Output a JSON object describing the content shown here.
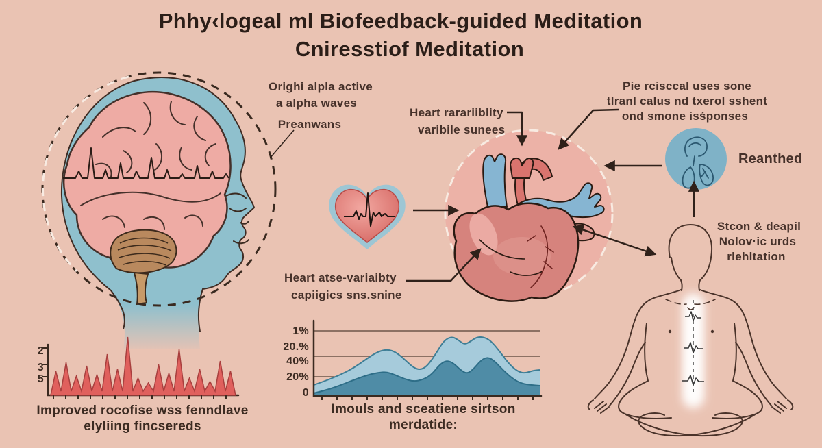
{
  "title": {
    "line1": "Phhy‹logeal ml Biofeedback-guided Meditation",
    "line2": "Cniresstiof Meditation"
  },
  "labels": {
    "brain_alpha": {
      "line1": "Orighi alpla active",
      "line2": "a alpha waves",
      "line3": "Preanwans"
    },
    "hrv_top": {
      "line1": "Heart rarariiblity",
      "line2": "varibile sunees"
    },
    "stress_response": {
      "line1": "Pie rcisccal uses sone",
      "line2": "tlranl calus nd txerol sshent",
      "line3": "ond smone isśponses"
    },
    "breathing": {
      "label": "Reanthed"
    },
    "relaxation": {
      "line1": "Stcon & deapil",
      "line2": "Nolov·ic urds",
      "line3": "rlehltation"
    },
    "hrv_bottom": {
      "line1": "Heart atse-variaibty",
      "line2": "capiigics sns.snine"
    }
  },
  "colors": {
    "background": "#eac3b3",
    "text": "#46312a",
    "title_text": "#2b1e18",
    "head_blue": "#8fc0cd",
    "brain_pink": "#eeaba4",
    "cerebellum_brown": "#b9895e",
    "heart_circle_pink": "#ecb2a7",
    "heart_red": "#d6837d",
    "vessel_blue": "#86b5d2",
    "breathing_circle_blue": "#7fb2c7",
    "waveform_red": "#e0605d",
    "area_light_blue": "#a6cbdb",
    "area_dark_teal": "#4f8ca6",
    "arrow": "#2f211a",
    "dashed_halo_white": "#f8ebe2"
  },
  "chart_data": [
    {
      "type": "area",
      "name": "hrv-spike-chart",
      "description": "jagged red heart-rate waveform, no x labels",
      "ytick_labels": [
        "2",
        "3",
        "5"
      ],
      "peak_heights": [
        35,
        48,
        28,
        43,
        30,
        60,
        38,
        85,
        25,
        18,
        45,
        32,
        67,
        25,
        38,
        20,
        50,
        35
      ],
      "ylim": [
        0,
        100
      ],
      "fill": "#e0605d",
      "stroke": "#a83f3e",
      "caption": {
        "line1": "Improved rocofise wss fenndlave",
        "line2": "elyliing fincsereds"
      }
    },
    {
      "type": "area",
      "name": "meditation-progress-chart",
      "description": "two stacked smooth hill series, gridlines on",
      "ytick_labels": [
        "1%",
        "20.%",
        "40%",
        "20%",
        "0"
      ],
      "baseline_y": 578,
      "series": [
        {
          "name": "outer",
          "fill": "#a6cbdb",
          "stroke": "#3e7e96",
          "points": [
            [
              458,
              562
            ],
            [
              475,
              556
            ],
            [
              495,
              548
            ],
            [
              515,
              538
            ],
            [
              535,
              524
            ],
            [
              552,
              513
            ],
            [
              566,
              510
            ],
            [
              578,
              514
            ],
            [
              592,
              526
            ],
            [
              604,
              537
            ],
            [
              614,
              540
            ],
            [
              624,
              534
            ],
            [
              636,
              517
            ],
            [
              648,
              497
            ],
            [
              660,
              491
            ],
            [
              670,
              497
            ],
            [
              678,
              503
            ],
            [
              686,
              499
            ],
            [
              696,
              492
            ],
            [
              706,
              492
            ],
            [
              716,
              497
            ],
            [
              728,
              511
            ],
            [
              742,
              530
            ],
            [
              755,
              542
            ],
            [
              766,
              545
            ],
            [
              778,
              541
            ],
            [
              788,
              540
            ]
          ]
        },
        {
          "name": "inner",
          "fill": "#4f8ca6",
          "stroke": "#2e6e88",
          "points": [
            [
              458,
              574
            ],
            [
              478,
              569
            ],
            [
              498,
              562
            ],
            [
              518,
              554
            ],
            [
              538,
              547
            ],
            [
              552,
              544
            ],
            [
              564,
              543
            ],
            [
              576,
              547
            ],
            [
              590,
              553
            ],
            [
              604,
              557
            ],
            [
              618,
              554
            ],
            [
              630,
              547
            ],
            [
              642,
              532
            ],
            [
              652,
              526
            ],
            [
              662,
              530
            ],
            [
              672,
              540
            ],
            [
              682,
              546
            ],
            [
              692,
              538
            ],
            [
              702,
              526
            ],
            [
              712,
              521
            ],
            [
              722,
              527
            ],
            [
              736,
              542
            ],
            [
              750,
              554
            ],
            [
              762,
              560
            ],
            [
              775,
              562
            ],
            [
              788,
              563
            ]
          ]
        }
      ],
      "caption": {
        "line1": "Imouls and sceatiene sirtson",
        "line2": "merdatide:"
      }
    }
  ]
}
